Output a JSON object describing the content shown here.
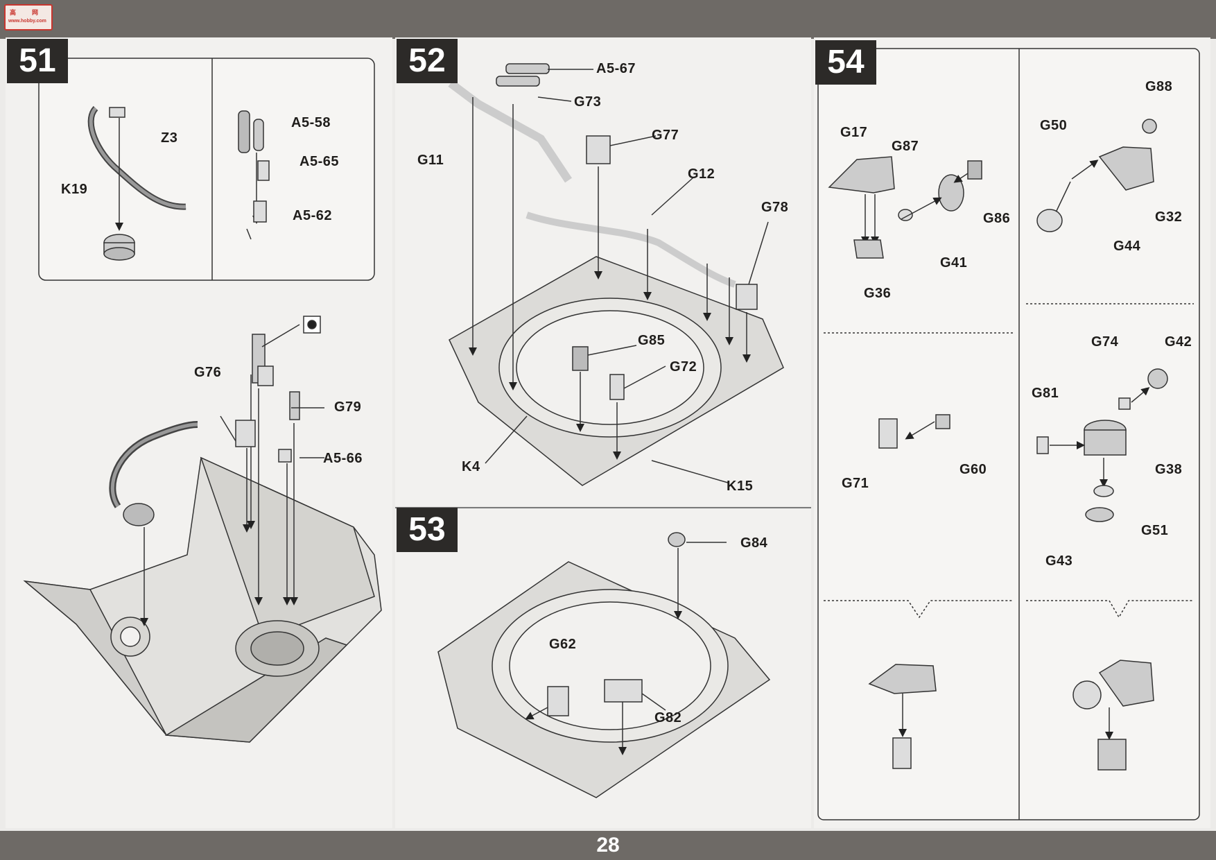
{
  "page": {
    "number": "28"
  },
  "steps": [
    {
      "id": "51",
      "labels": {
        "z3": "Z3",
        "k19": "K19",
        "a5_58": "A5-58",
        "a5_65": "A5-65",
        "a5_62": "A5-62",
        "g76": "G76",
        "g79": "G79",
        "a5_66": "A5-66"
      }
    },
    {
      "id": "52",
      "labels": {
        "a5_67": "A5-67",
        "g73": "G73",
        "g11": "G11",
        "g77": "G77",
        "g12": "G12",
        "g78": "G78",
        "g85": "G85",
        "g72": "G72",
        "k4": "K4",
        "k15": "K15"
      }
    },
    {
      "id": "53",
      "labels": {
        "g84": "G84",
        "g62": "G62",
        "g82": "G82"
      }
    },
    {
      "id": "54",
      "labels": {
        "g17": "G17",
        "g87": "G87",
        "g86": "G86",
        "g41": "G41",
        "g36": "G36",
        "g88": "G88",
        "g50": "G50",
        "g32": "G32",
        "g44": "G44",
        "g71": "G71",
        "g60": "G60",
        "g74": "G74",
        "g42": "G42",
        "g81": "G81",
        "g38": "G38",
        "g51": "G51",
        "g43": "G43"
      }
    }
  ]
}
